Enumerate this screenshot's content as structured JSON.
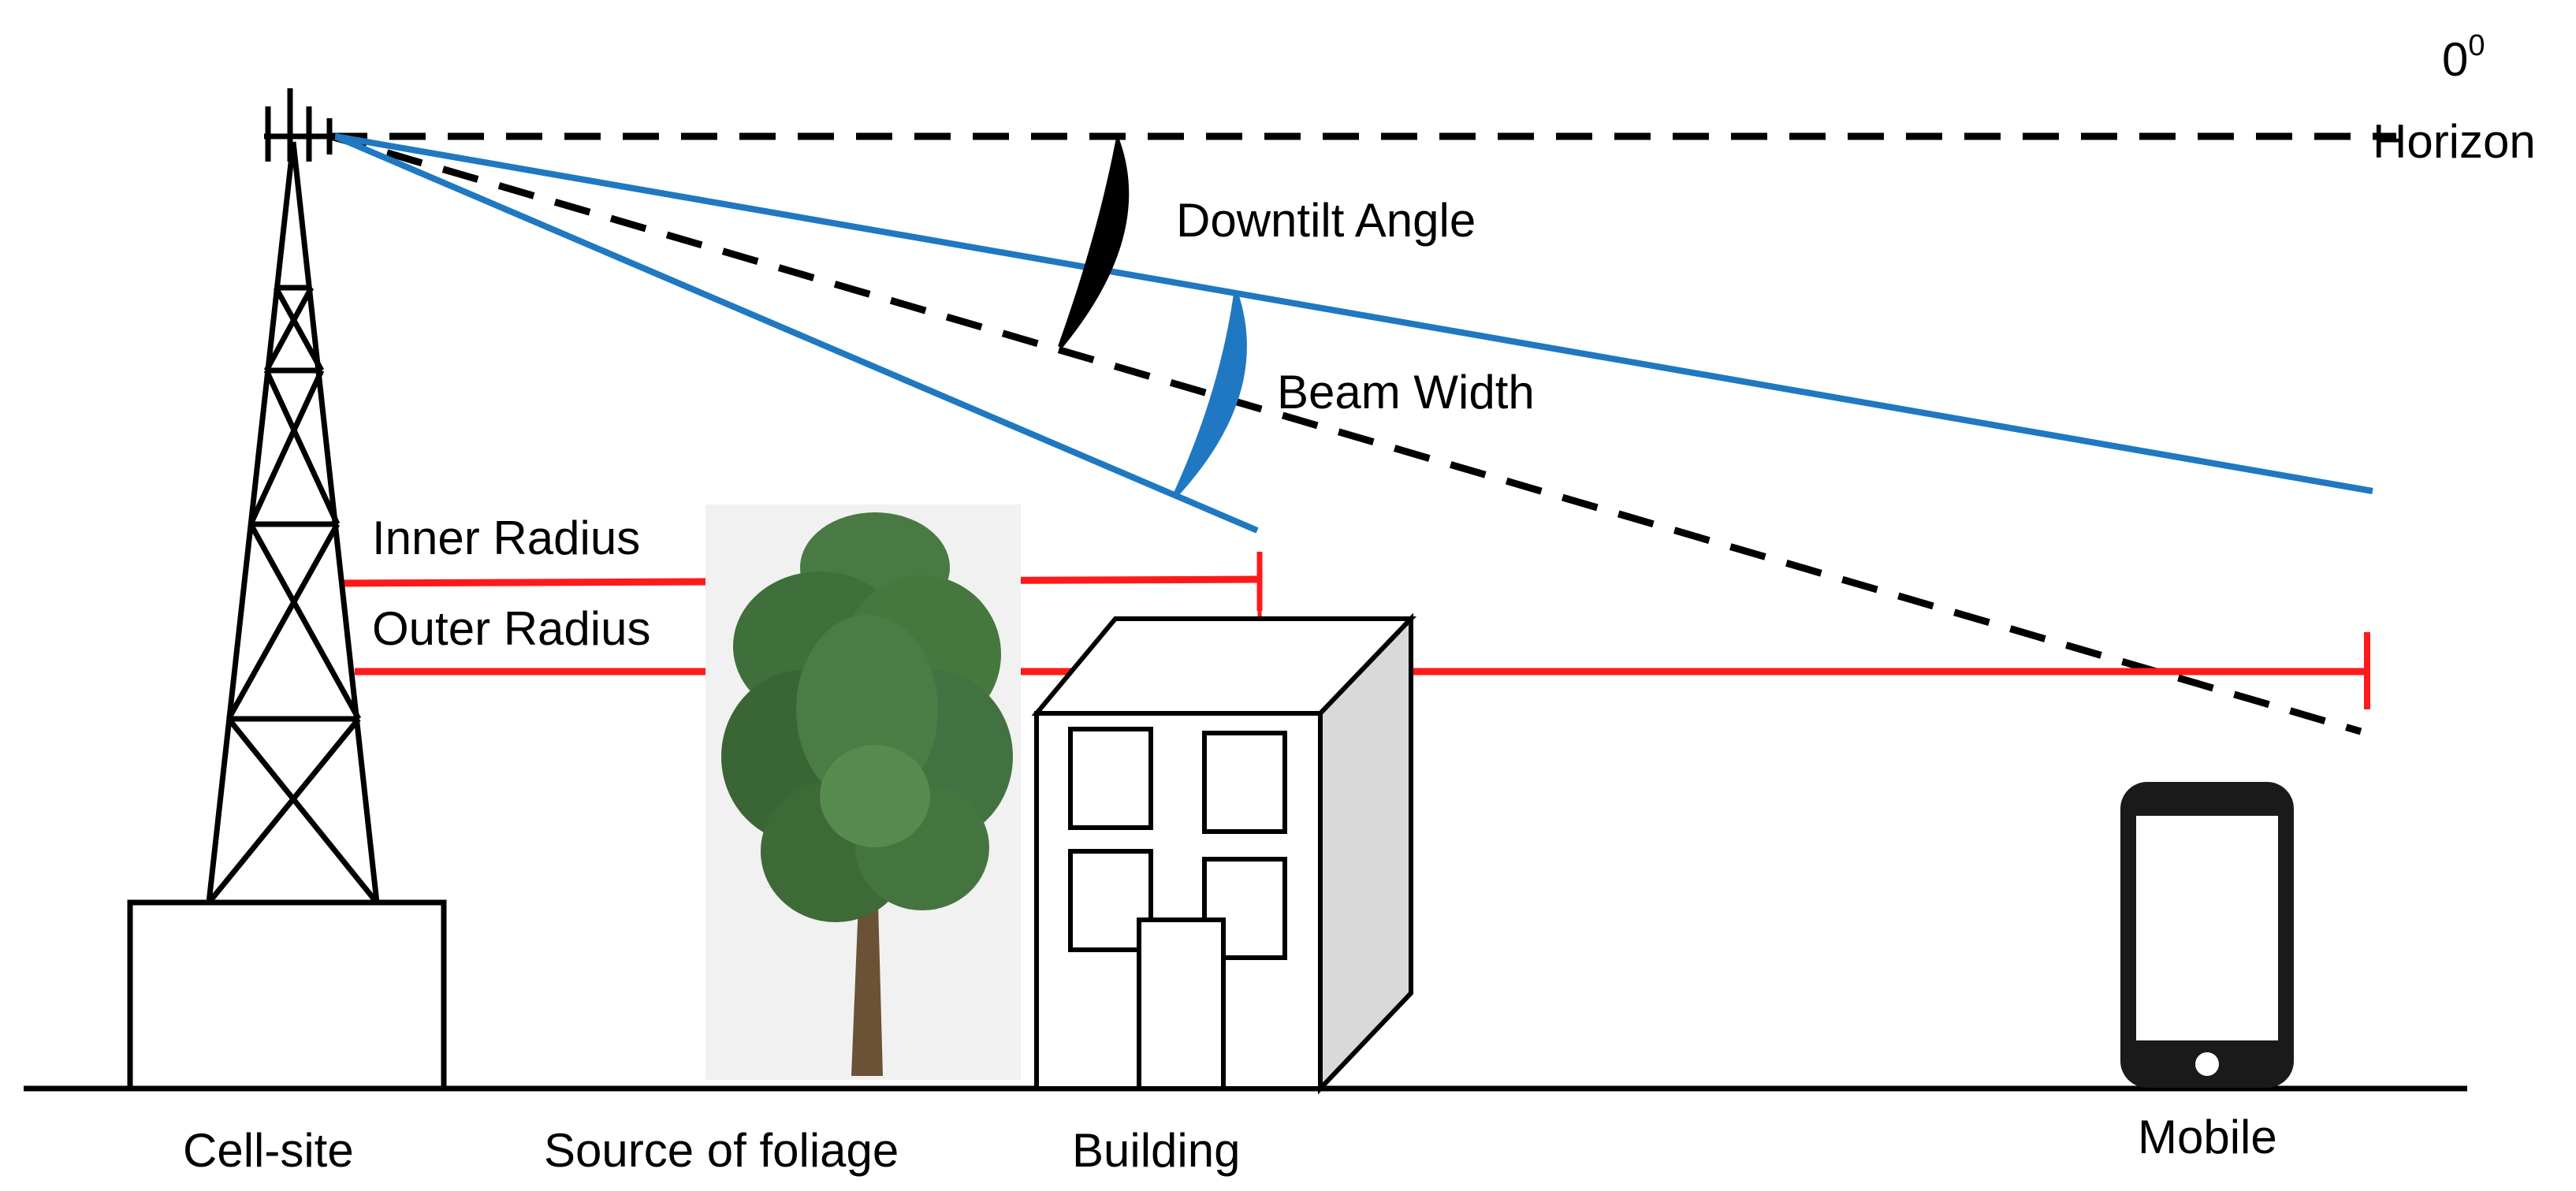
{
  "colors": {
    "beam": "#1f78c1",
    "radius": "#ff1a1a",
    "line": "#000000",
    "tree_foliage": "#3f6f3a",
    "tree_trunk": "#6b5236",
    "building_side": "#d9d9d9",
    "phone_body": "#1a1a1a"
  },
  "labels": {
    "horizon_degree": "0",
    "horizon_degree_sup": "0",
    "horizon": "Horizon",
    "downtilt_angle": "Downtilt Angle",
    "beam_width": "Beam Width",
    "inner_radius": "Inner Radius",
    "outer_radius": "Outer Radius",
    "cell_site": "Cell-site",
    "foliage": "Source of foliage",
    "building": "Building",
    "mobile": "Mobile"
  },
  "icons": {
    "tower": "cell-tower-icon",
    "tree": "tree-icon",
    "building": "building-icon",
    "phone": "smartphone-icon",
    "antenna": "antenna-icon"
  }
}
